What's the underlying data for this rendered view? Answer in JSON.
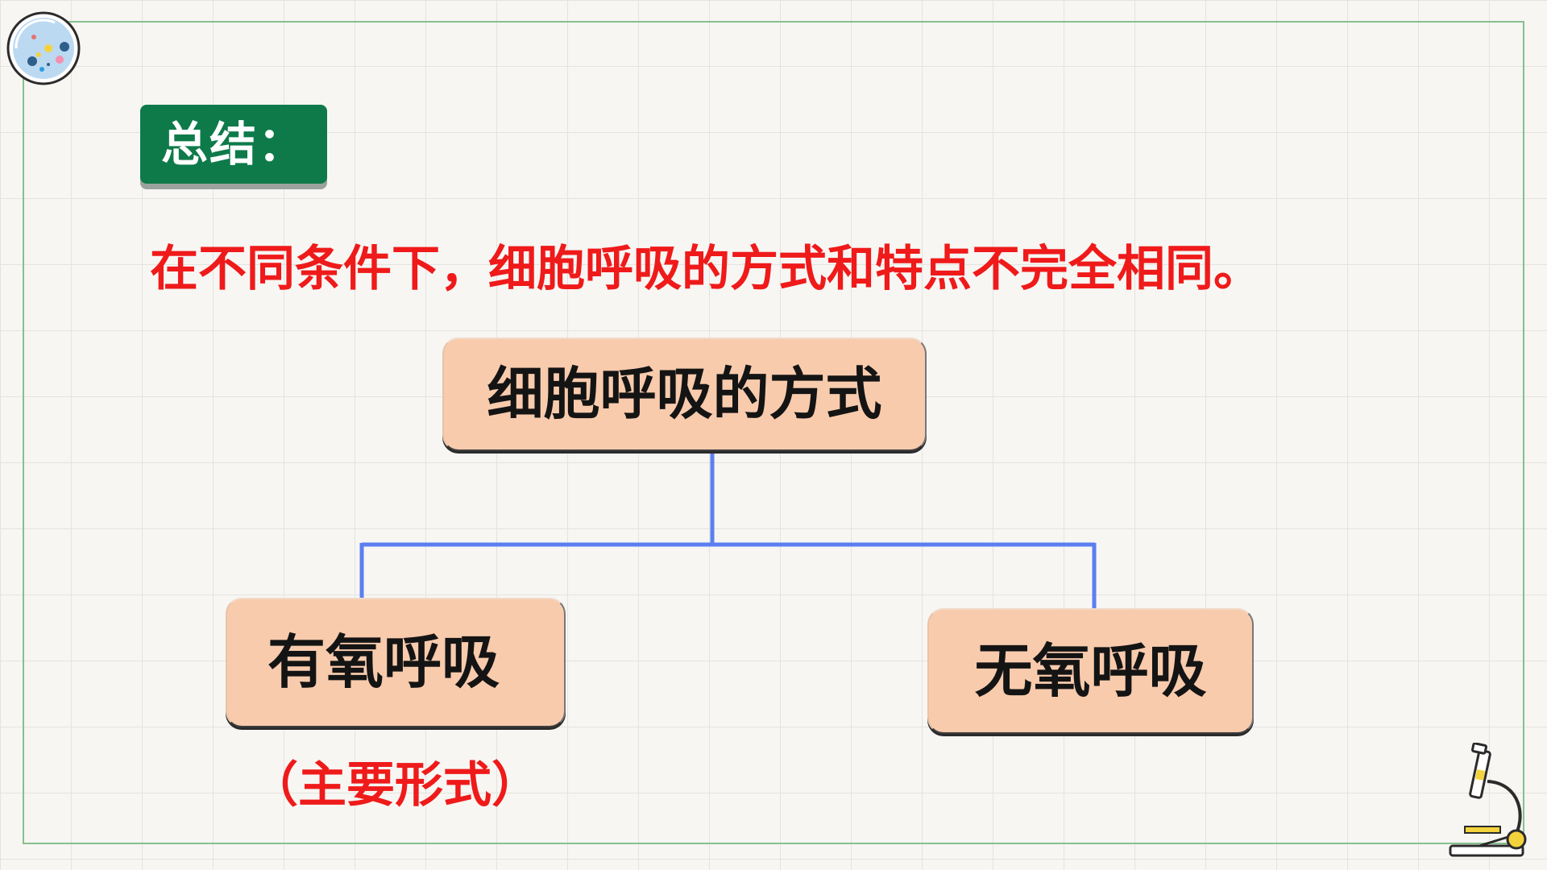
{
  "slide": {
    "summary_label": "总结：",
    "headline": "在不同条件下，细胞呼吸的方式和特点不完全相同。"
  },
  "diagram": {
    "root": {
      "label": "细胞呼吸的方式"
    },
    "children": [
      {
        "label": "有氧呼吸",
        "note": "（主要形式）"
      },
      {
        "label": "无氧呼吸"
      }
    ]
  },
  "colors": {
    "tag_green": "#0e7a4a",
    "headline_red": "#ef1a1a",
    "node_fill": "#f8cbad",
    "connector_blue": "#5b7ff0",
    "frame_green": "#87c08e"
  },
  "icons": {
    "badge": "petri-dish-icon",
    "corner": "microscope-icon"
  }
}
